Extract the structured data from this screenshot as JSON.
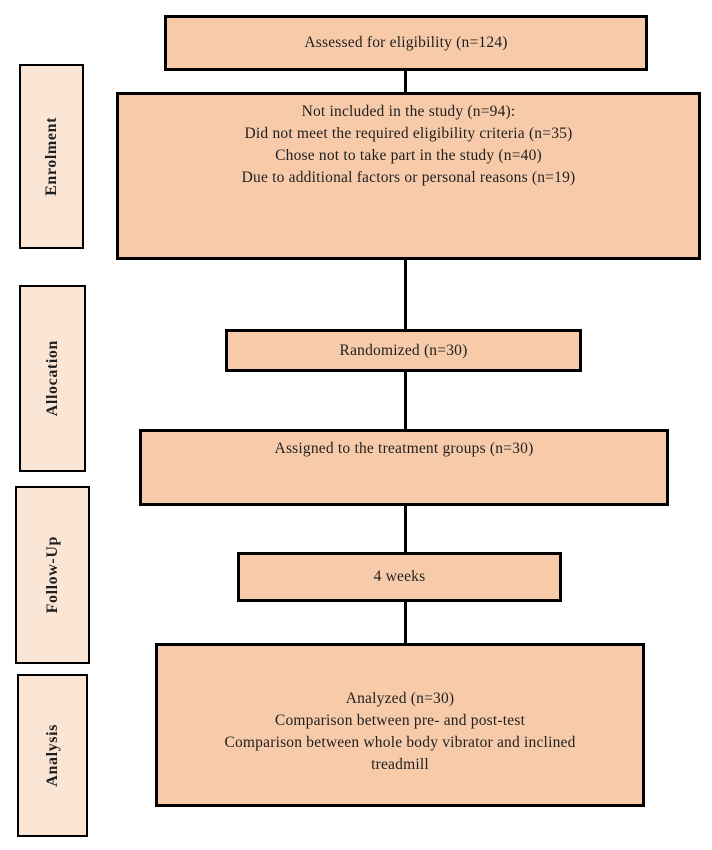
{
  "colors": {
    "box_fill": "#F7CBA9",
    "stage_fill": "#FBE6D6",
    "border": "#000000",
    "text": "#1F1F1F",
    "background": "#FFFFFF",
    "connector": "#000000"
  },
  "stages": [
    {
      "label": "Enrolment"
    },
    {
      "label": "Allocation"
    },
    {
      "label": "Follow-Up"
    },
    {
      "label": "Analysis"
    }
  ],
  "boxes": {
    "assessed": {
      "lines": [
        "Assessed for eligibility (n=124)"
      ]
    },
    "not_included": {
      "lines": [
        "Not included in the study (n=94):",
        "Did not meet the required eligibility criteria (n=35)",
        "Chose not to take part in the study (n=40)",
        "Due to additional factors or personal reasons (n=19)"
      ]
    },
    "randomized": {
      "lines": [
        "Randomized (n=30)"
      ]
    },
    "assigned": {
      "lines": [
        "Assigned to the treatment groups (n=30)"
      ]
    },
    "follow_up_duration": {
      "lines": [
        "4 weeks"
      ]
    },
    "analyzed": {
      "lines": [
        "Analyzed (n=30)",
        "Comparison between pre- and post-test",
        "Comparison between whole body vibrator and inclined",
        "treadmill"
      ]
    }
  }
}
